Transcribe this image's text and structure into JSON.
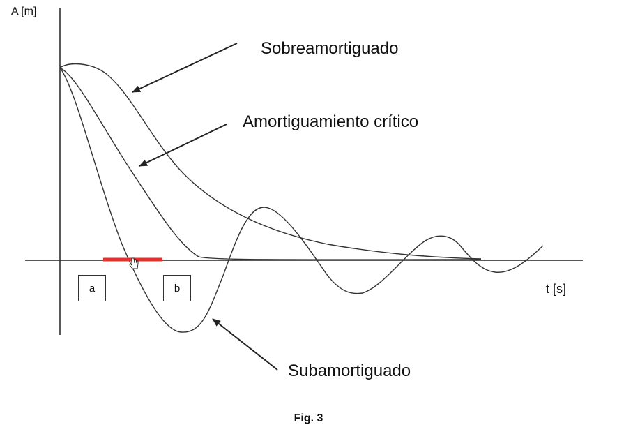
{
  "axes": {
    "y_label": "A [m]",
    "x_label": "t [s]"
  },
  "curves": {
    "overdamped_label": "Sobreamortiguado",
    "critical_label": "Amortiguamiento crítico",
    "underdamped_label": "Subamortiguado"
  },
  "markers": {
    "a": "a",
    "b": "b"
  },
  "interval_color": "#e8302a",
  "caption": "Fig. 3"
}
